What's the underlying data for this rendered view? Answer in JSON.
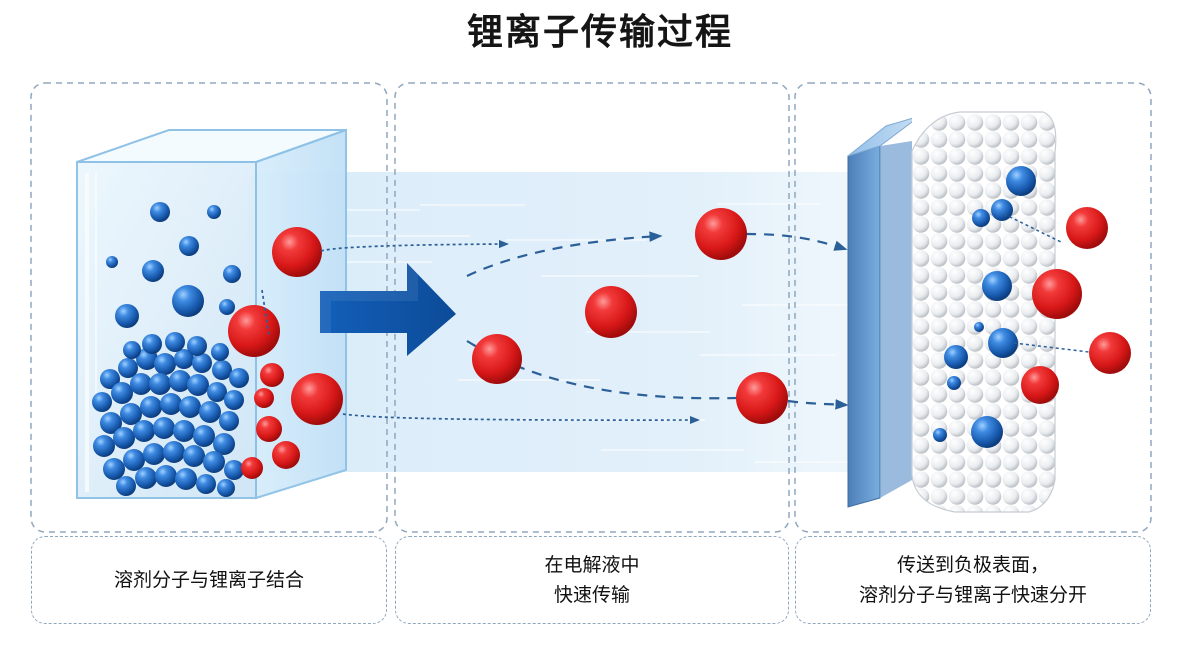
{
  "title": "锂离子传输过程",
  "captions": {
    "stage1": {
      "line1": "溶剂分子与锂离子结合"
    },
    "stage2": {
      "line1": "在电解液中",
      "line2": "快速传输"
    },
    "stage3": {
      "line1": "传送到负极表面，",
      "line2": "溶剂分子与锂离子快速分开"
    }
  },
  "colors": {
    "lithium_ion": "#e32121",
    "solvent_molecule": "#1f67c7",
    "electrolyte_band": "#d8ecf9",
    "arrow": "#0f56ad",
    "dashed_path": "#2b5f98",
    "electrode_face": "#6e9fd3",
    "frame_border": "#8fa7bd"
  }
}
